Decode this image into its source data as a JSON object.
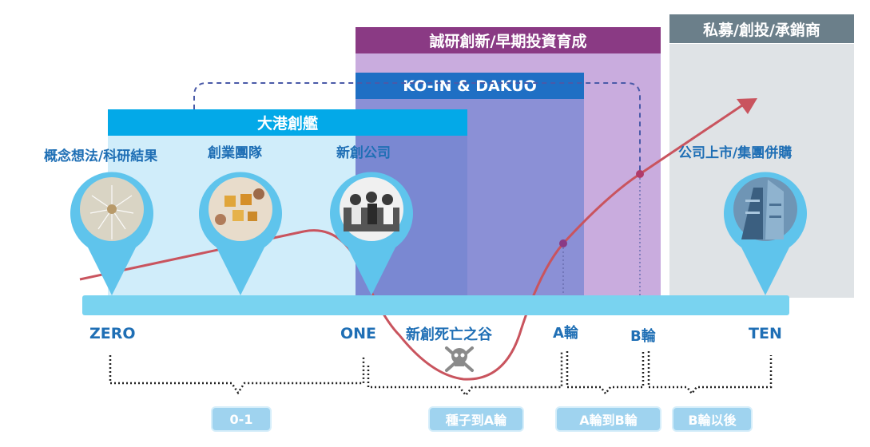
{
  "bands": {
    "incubator": "大港創艦",
    "koin": "KO-IN & DAKUO",
    "chengyan": "誠研創新/早期投資育成",
    "private": "私募/創投/承銷商"
  },
  "stages": {
    "idea": "概念想法/科研結果",
    "team": "創業團隊",
    "startup": "新創公司",
    "ipo": "公司上市/集團併購"
  },
  "axis": {
    "zero": "ZERO",
    "one": "ONE",
    "valley": "新創死亡之谷",
    "a_round": "A輪",
    "b_round": "B輪",
    "ten": "TEN"
  },
  "phases": [
    "0-1",
    "種子到A輪",
    "A輪到B輪",
    "B輪以後"
  ],
  "colors": {
    "incubator": "#03a9e8",
    "koin": "#1f6fc4",
    "chengyan": "#8a3a84",
    "private": "#6b7f8a",
    "label": "#1f6fb5",
    "curve": "#c9545e",
    "axis_bar": "#79d3f0"
  }
}
